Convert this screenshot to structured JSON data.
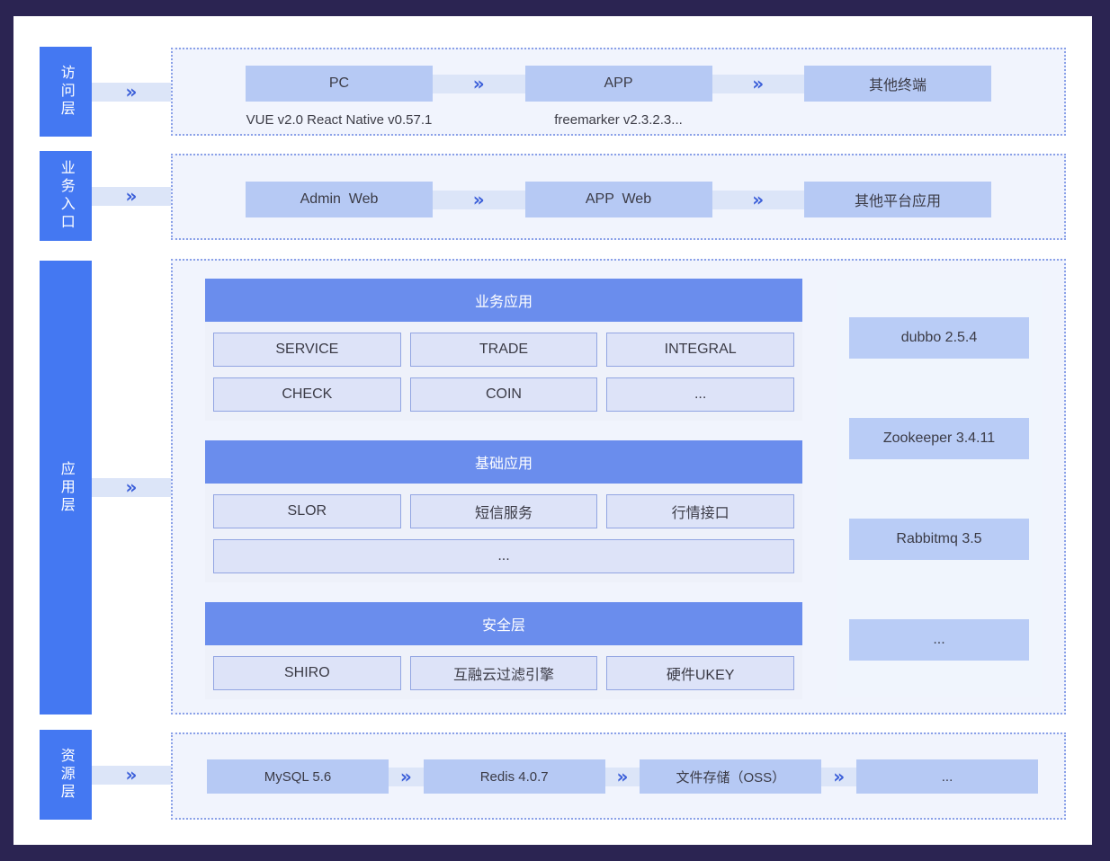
{
  "chevron": "»",
  "access_layer": {
    "label": "访问层",
    "nodes": [
      {
        "title": "PC",
        "caption": "VUE v2.0 React Native v0.57.1"
      },
      {
        "title": "APP",
        "caption": "freemarker v2.3.2.3..."
      },
      {
        "title": "其他终端",
        "caption": ""
      }
    ]
  },
  "entry_layer": {
    "label": "业务入口",
    "nodes": [
      "Admin  Web",
      "APP  Web",
      "其他平台应用"
    ]
  },
  "app_layer": {
    "label": "应用层",
    "groups": [
      {
        "title": "业务应用",
        "boxes": [
          "SERVICE",
          "TRADE",
          "INTEGRAL",
          "CHECK",
          "COIN",
          "..."
        ]
      },
      {
        "title": "基础应用",
        "boxes": [
          "SLOR",
          "短信服务",
          "行情接口"
        ],
        "wide_box": "..."
      },
      {
        "title": "安全层",
        "boxes": [
          "SHIRO",
          "互融云过滤引擎",
          "硬件UKEY"
        ]
      }
    ],
    "middleware": [
      "dubbo 2.5.4",
      "Zookeeper 3.4.11",
      "Rabbitmq 3.5",
      "..."
    ]
  },
  "resource_layer": {
    "label": "资源层",
    "nodes": [
      "MySQL 5.6",
      "Redis 4.0.7",
      "文件存储（OSS）",
      "..."
    ]
  },
  "colors": {
    "frame": "#2b2452",
    "layer_label": "#4478f2",
    "group_header": "#6a8ded",
    "node_box": "#b6c9f4",
    "panel_bg": "#f1f4fd",
    "chevron": "#3a5ed9"
  }
}
